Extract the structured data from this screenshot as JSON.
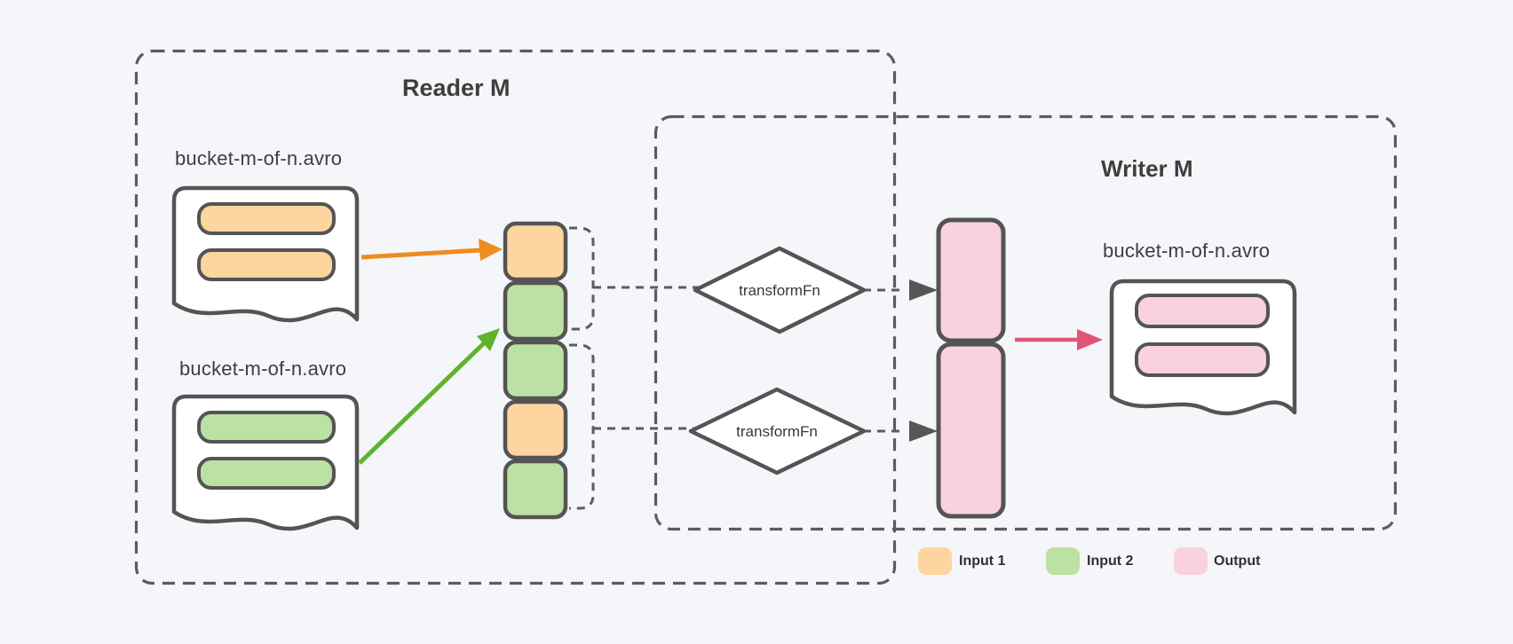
{
  "diagram": {
    "background": "#f5f6fa",
    "stroke": "#545454",
    "reader": {
      "title": "Reader M",
      "files": [
        {
          "label": "bucket-m-of-n.avro",
          "rows": 2,
          "row_color_key": "input1"
        },
        {
          "label": "bucket-m-of-n.avro",
          "rows": 2,
          "row_color_key": "input2"
        }
      ]
    },
    "writer": {
      "title": "Writer M",
      "file": {
        "label": "bucket-m-of-n.avro",
        "rows": 2,
        "row_color_key": "output"
      }
    },
    "stack": {
      "blocks": [
        "input1",
        "input2",
        "input2",
        "input1",
        "input2"
      ],
      "groups": [
        {
          "blocks": [
            0,
            1
          ],
          "feeds": "transform-1"
        },
        {
          "blocks": [
            2,
            3,
            4
          ],
          "feeds": "transform-2"
        }
      ]
    },
    "transforms": [
      {
        "label": "transformFn"
      },
      {
        "label": "transformFn"
      }
    ],
    "output_blocks": 2,
    "legend": [
      {
        "label": "Input 1",
        "color": "#fcd59f"
      },
      {
        "label": "Input 2",
        "color": "#bce1a4"
      },
      {
        "label": "Output",
        "color": "#f8d2dc"
      }
    ],
    "colors": {
      "input1": "#fcd59f",
      "input2": "#bce1a4",
      "output": "#f8d2dc",
      "arrow_input1": "#ef8c20",
      "arrow_input2": "#5fb32c",
      "arrow_output": "#e05577",
      "connector": "#5c5c5c",
      "shape_stroke": "#545454",
      "shape_fill": "#ffffff"
    }
  }
}
